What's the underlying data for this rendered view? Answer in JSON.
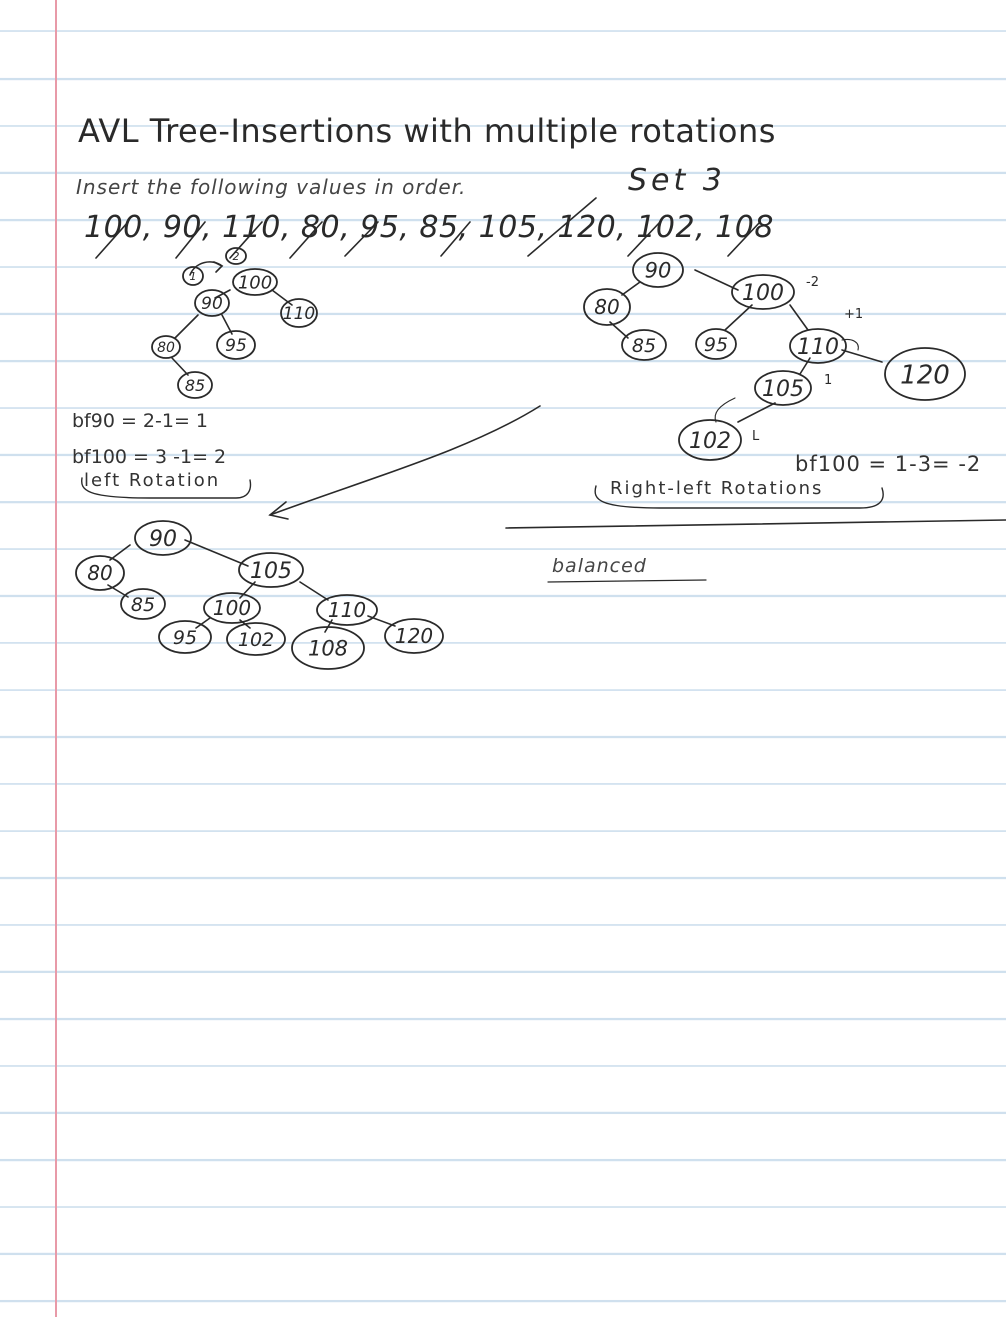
{
  "title": "AVL Tree-Insertions with multiple rotations",
  "instruction": "Insert the following values in order.",
  "set_label": "Set 3",
  "sequence": {
    "values": [
      "100",
      "90",
      "110",
      "80",
      "95",
      "85",
      "105",
      "120",
      "102",
      "108"
    ],
    "text": "100, 90, 110, 80, 95, 85, 105, 120, 102, 108"
  },
  "trees": {
    "first": {
      "nodes": [
        "100",
        "90",
        "110",
        "80",
        "95",
        "85"
      ],
      "markers": [
        "1",
        "2"
      ]
    },
    "second": {
      "nodes": [
        "90",
        "80",
        "100",
        "85",
        "95",
        "110",
        "105",
        "120",
        "102"
      ],
      "factors": [
        "-2",
        "+1",
        "1",
        "L"
      ]
    },
    "result": {
      "nodes": [
        "90",
        "80",
        "105",
        "85",
        "100",
        "110",
        "95",
        "102",
        "108",
        "120"
      ]
    }
  },
  "notes": {
    "bf90": "bf90 = 2-1= 1",
    "bf100": "bf100 = 3 -1= 2",
    "bf100_rl": "bf100 = 1-3= -2"
  },
  "captions": {
    "left_rotation": "left Rotation",
    "right_left_rotations": "Right-left Rotations"
  },
  "status": "balanced",
  "colors": {
    "ink": "#2a2a2a",
    "rule_line": "#cfe0ee",
    "margin_line": "#e89aa8",
    "paper": "#ffffff"
  }
}
